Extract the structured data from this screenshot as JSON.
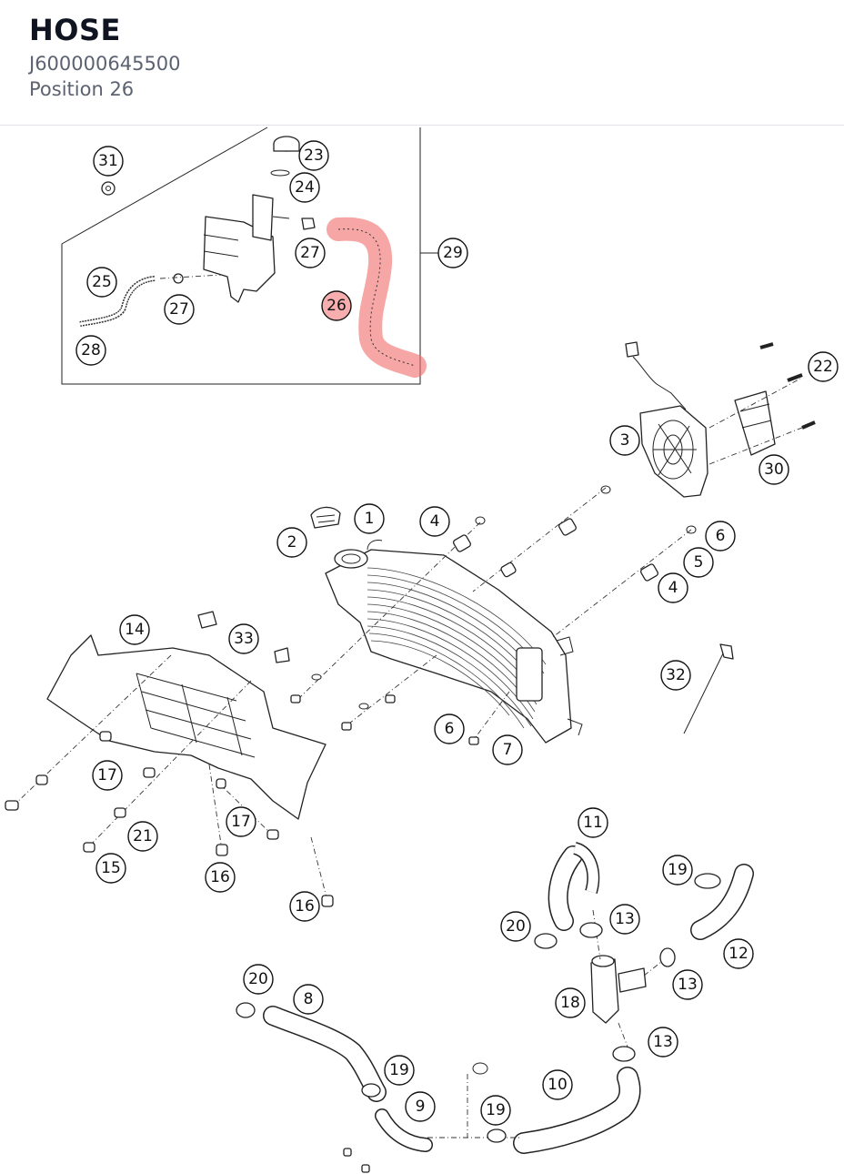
{
  "header": {
    "title": "HOSE",
    "part_number": "J600000645500",
    "position": "Position 26"
  },
  "highlight": {
    "position": "26",
    "color": "#f26b6b"
  },
  "callouts": {
    "c1": "1",
    "c2": "2",
    "c3": "3",
    "c4a": "4",
    "c4b": "4",
    "c5": "5",
    "c6a": "6",
    "c6b": "6",
    "c7": "7",
    "c8": "8",
    "c9": "9",
    "c10": "10",
    "c11": "11",
    "c12": "12",
    "c13a": "13",
    "c13b": "13",
    "c13c": "13",
    "c14": "14",
    "c15": "15",
    "c16a": "16",
    "c16b": "16",
    "c17a": "17",
    "c17b": "17",
    "c18": "18",
    "c19a": "19",
    "c19b": "19",
    "c19c": "19",
    "c20a": "20",
    "c20b": "20",
    "c21": "21",
    "c22": "22",
    "c23": "23",
    "c24": "24",
    "c25": "25",
    "c26": "26",
    "c27a": "27",
    "c27b": "27",
    "c28": "28",
    "c29": "29",
    "c30": "30",
    "c31": "31",
    "c32": "32",
    "c33": "33"
  }
}
